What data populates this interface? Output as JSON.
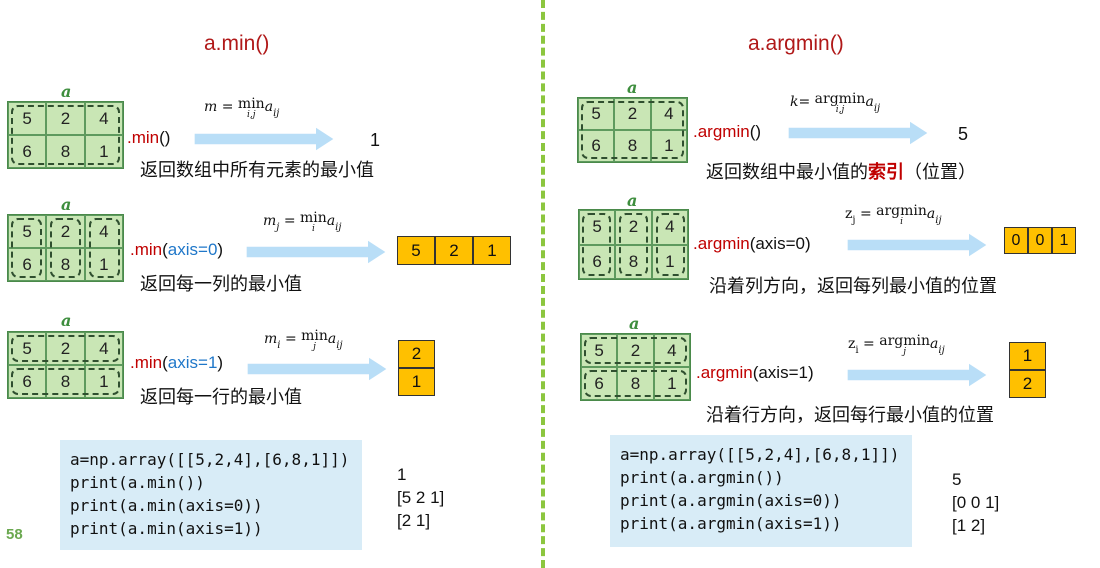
{
  "page_number": "58",
  "left": {
    "title": "a.min()",
    "matrix_label": "a",
    "values": [
      "5",
      "2",
      "4",
      "6",
      "8",
      "1"
    ],
    "rows": [
      {
        "op_prefix": ".min",
        "op_paren_open": "()",
        "op_arg": "",
        "op_paren_close": "",
        "formula_lhs": "m",
        "formula_sub": "",
        "formula_under": "i,j",
        "result": "1",
        "description": "返回数组中所有元素的最小值"
      },
      {
        "op_prefix": ".min",
        "op_paren_open": "(",
        "op_arg": "axis=0",
        "op_paren_close": ")",
        "formula_lhs": "m",
        "formula_sub": "j",
        "formula_under": "i",
        "result_cells": [
          "5",
          "2",
          "1"
        ],
        "description": "返回每一列的最小值"
      },
      {
        "op_prefix": ".min",
        "op_paren_open": "(",
        "op_arg": "axis=1",
        "op_paren_close": ")",
        "formula_lhs": "m",
        "formula_sub": "i",
        "formula_under": "j",
        "result_cells": [
          "2",
          "1"
        ],
        "description": "返回每一行的最小值"
      }
    ],
    "code": [
      "a=np.array([[5,2,4],[6,8,1]])",
      "print(a.min())",
      "print(a.min(axis=0))",
      "print(a.min(axis=1))"
    ],
    "outputs": [
      "1",
      "[5 2 1]",
      "[2 1]"
    ]
  },
  "right": {
    "title": "a.argmin()",
    "matrix_label": "a",
    "values": [
      "5",
      "2",
      "4",
      "6",
      "8",
      "1"
    ],
    "rows": [
      {
        "op_prefix": ".argmin",
        "op_rest": "()",
        "formula_lhs": "k=",
        "formula_under": "i,j",
        "result": "5",
        "description_pre": "返回数组中最小值的",
        "description_bold": "索引",
        "description_post": "（位置）"
      },
      {
        "op_prefix": ".argmin",
        "op_rest": "(axis=0)",
        "formula_lhs": "z",
        "formula_sub": "j",
        "formula_under": "i",
        "result_cells": [
          "0",
          "0",
          "1"
        ],
        "description": "沿着列方向，返回每列最小值的位置"
      },
      {
        "op_prefix": ".argmin",
        "op_rest": "(axis=1)",
        "formula_lhs": "z",
        "formula_sub": "i",
        "formula_under": "j",
        "result_cells": [
          "1",
          "2"
        ],
        "description": "沿着行方向，返回每行最小值的位置"
      }
    ],
    "code": [
      "a=np.array([[5,2,4],[6,8,1]])",
      "print(a.argmin())",
      "print(a.argmin(axis=0))",
      "print(a.argmin(axis=1))"
    ],
    "outputs": [
      "5",
      "[0 0 1]",
      "[1 2]"
    ]
  },
  "formula": {
    "op_min": "min",
    "op_argmin": "argmin",
    "var": "a",
    "var_sub": "ij",
    "eq": "="
  },
  "colors": {
    "title": "#b01818",
    "divider": "#8cc63f",
    "cell": "#c9e6b5",
    "result": "#ffc000",
    "code_bg": "#d8ecf7",
    "arrow": "#b9def7",
    "axis_arg": "#1f77c9"
  }
}
